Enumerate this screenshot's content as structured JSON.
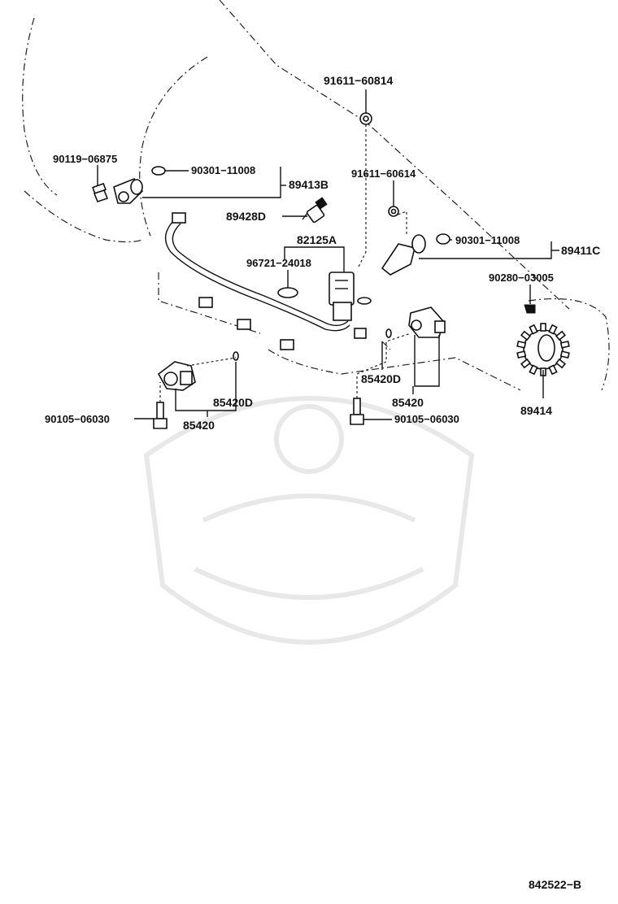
{
  "labels": {
    "p91611_60814": "91611−60814",
    "p90119_06875": "90119−06875",
    "p90301_11008_left": "90301−11008",
    "p89413B": "89413B",
    "p91611_60614": "91611−60614",
    "p89428D": "89428D",
    "p82125A": "82125A",
    "p90301_11008_right": "90301−11008",
    "p89411C": "89411C",
    "p96721_24018": "96721−24018",
    "p90280_03005": "90280−03005",
    "p85420D_right": "85420D",
    "p85420_right": "85420",
    "p85420D_left": "85420D",
    "p85420_left": "85420",
    "p90105_06030_left": "90105−06030",
    "p90105_06030_right": "90105−06030",
    "p89414": "89414",
    "diagram_id": "842522−B"
  }
}
